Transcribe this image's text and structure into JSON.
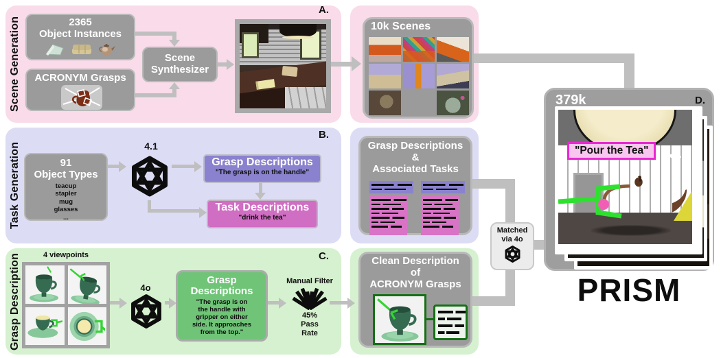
{
  "colors": {
    "pink-bg": "#f9dbe9",
    "lav-bg": "#dcdcf5",
    "green-bg": "#d6f1cf",
    "box-gray": "#9b9b9b",
    "purple": "#8a82ce",
    "magenta": "#cf6ec2",
    "green-box": "#70c478",
    "grasp-green": "#2fe12f",
    "dark-green": "#157015",
    "label-pink": "#f8c6ee",
    "label-magenta": "#e928d2",
    "conn-gray": "#bfbfbf"
  },
  "rows": {
    "scene": {
      "label": "Scene Generation",
      "tag": "A.",
      "object_instances_title": "2365\nObject Instances",
      "acronym_title": "ACRONYM Grasps",
      "synthesizer_title": "Scene\nSynthesizer",
      "scenes_out_title": "10k Scenes"
    },
    "task": {
      "label": "Task Generation",
      "tag": "B.",
      "object_types_title": "91\nObject Types",
      "object_types_examples": "teacup\nstapler\nmug\nglasses\n...",
      "model": "4.1",
      "grasp_desc_title": "Grasp Descriptions",
      "grasp_desc_quote": "\"The grasp is on the handle\"",
      "task_desc_title": "Task Descriptions",
      "task_desc_quote": "\"drink the tea\"",
      "output_title": "Grasp Descriptions\n&\nAssociated Tasks"
    },
    "grasp": {
      "label": "Grasp Description",
      "tag": "C.",
      "viewpoints_label": "4 viewpoints",
      "model": "4o",
      "grasp_desc_title": "Grasp\nDescriptions",
      "grasp_desc_quote": "\"The grasp is on\nthe handle with\ngripper on either\nside. It approaches\nfrom the top.\"",
      "filter_title": "Manual Filter",
      "filter_stat": "45%\nPass\nRate",
      "output_title": "Clean Description\nof\nACRONYM Grasps"
    }
  },
  "matched": {
    "label": "Matched\nvia 4o"
  },
  "prism": {
    "count": "379k",
    "tag": "D.",
    "task_label": "\"Pour the Tea\"",
    "title": "PRISM"
  },
  "icons": {
    "gpt_logo": "openai-gpt-logo",
    "manual_filter": "fan-icon",
    "arrows": "gray-arrow"
  }
}
